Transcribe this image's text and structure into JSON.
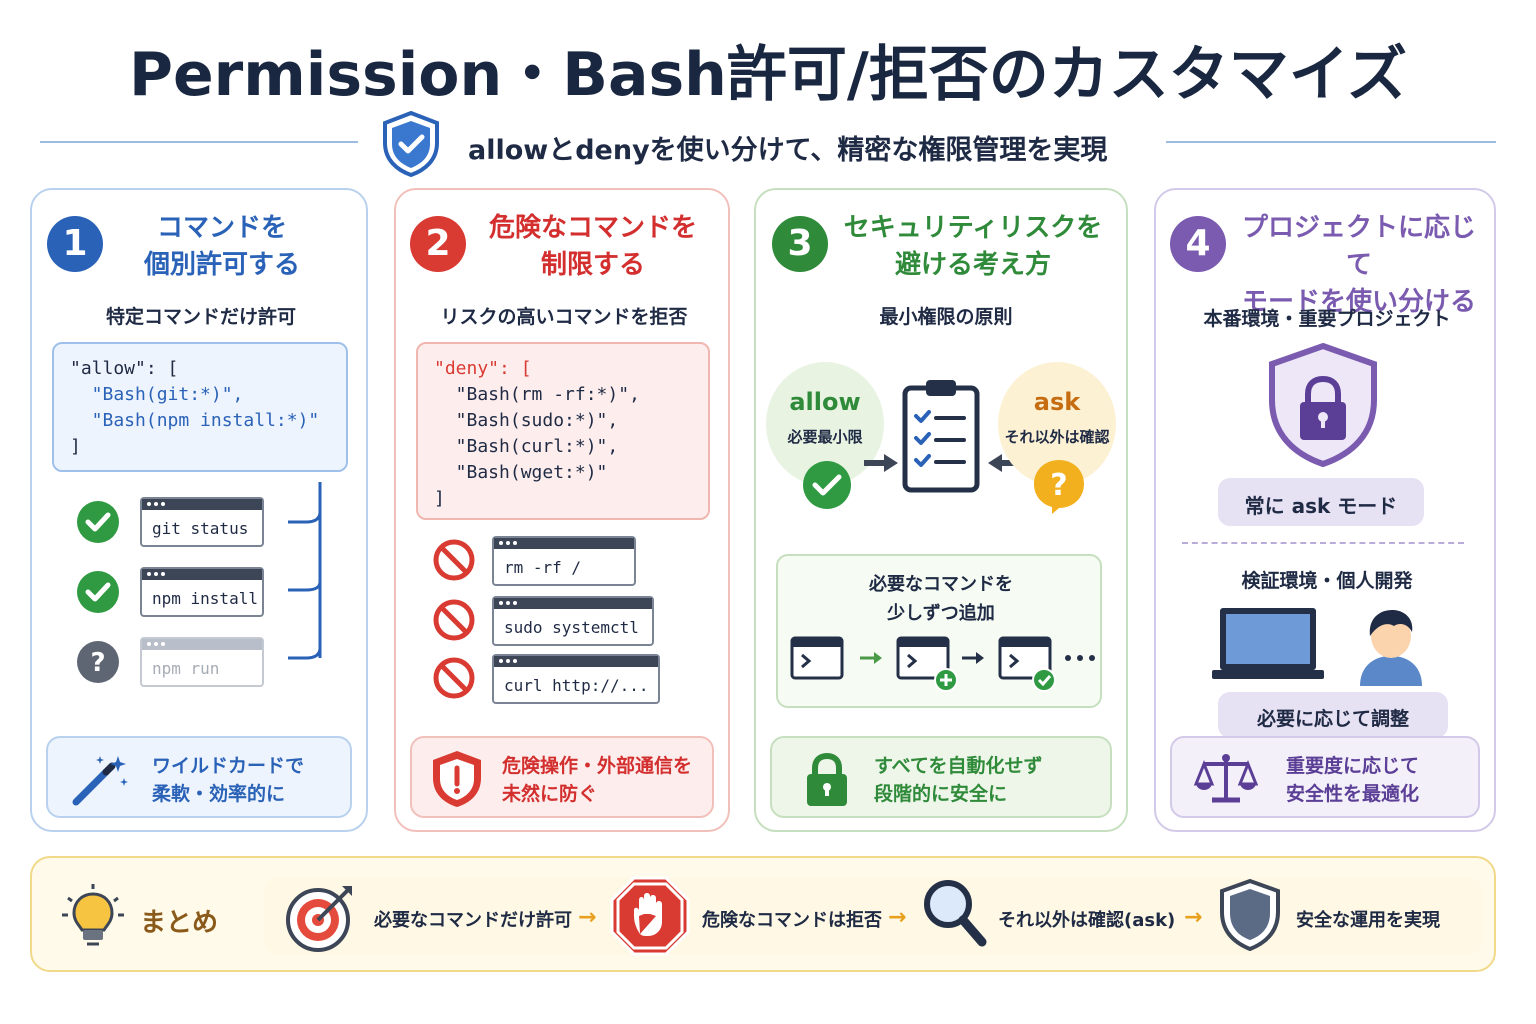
{
  "header": {
    "title": "Permission・Bash許可/拒否のカスタマイズ",
    "subtitle": "allowとdenyを使い分けて、精密な権限管理を実現"
  },
  "panels": [
    {
      "number": "1",
      "title_line1": "コマンドを",
      "title_line2": "個別許可する",
      "subtitle": "特定コマンドだけ許可",
      "code": [
        "\"allow\": [",
        "  \"Bash(git:*)\",",
        "  \"Bash(npm install:*)\"",
        "]"
      ],
      "commands": [
        "git status",
        "npm install",
        "npm run"
      ],
      "footer_line1": "ワイルドカードで",
      "footer_line2": "柔軟・効率的に"
    },
    {
      "number": "2",
      "title_line1": "危険なコマンドを",
      "title_line2": "制限する",
      "subtitle": "リスクの高いコマンドを拒否",
      "code": [
        "\"deny\": [",
        "  \"Bash(rm -rf:*)\",",
        "  \"Bash(sudo:*)\",",
        "  \"Bash(curl:*)\",",
        "  \"Bash(wget:*)\"",
        "]"
      ],
      "commands": [
        "rm -rf /",
        "sudo systemctl",
        "curl http://..."
      ],
      "footer_line1": "危険操作・外部通信を",
      "footer_line2": "未然に防ぐ"
    },
    {
      "number": "3",
      "title_line1": "セキュリティリスクを",
      "title_line2": "避ける考え方",
      "subtitle": "最小権限の原則",
      "allow_label": "allow",
      "allow_desc": "必要最小限",
      "ask_label": "ask",
      "ask_desc": "それ以外は確認",
      "step_title_line1": "必要なコマンドを",
      "step_title_line2": "少しずつ追加",
      "footer_line1": "すべてを自動化せず",
      "footer_line2": "段階的に安全に"
    },
    {
      "number": "4",
      "title_line1": "プロジェクトに応じて",
      "title_line2": "モードを使い分ける",
      "prod_label": "本番環境・重要プロジェクト",
      "prod_badge": "常に ask モード",
      "dev_label": "検証環境・個人開発",
      "dev_badge": "必要に応じて調整",
      "footer_line1": "重要度に応じて",
      "footer_line2": "安全性を最適化"
    }
  ],
  "summary": {
    "label": "まとめ",
    "steps": [
      "必要なコマンドだけ許可",
      "危険なコマンドは拒否",
      "それ以外は確認(ask)",
      "安全な運用を実現"
    ]
  },
  "colors": {
    "blue": "#2a62b8",
    "red": "#d93a32",
    "green": "#2f8a3a",
    "purple": "#7a5bb0",
    "gold": "#e8a020"
  },
  "icons": [
    "shield-check-icon",
    "check-circle-icon",
    "question-circle-icon",
    "magic-wand-icon",
    "prohibited-icon",
    "shield-alert-icon",
    "clipboard-checklist-icon",
    "lock-icon",
    "shield-lock-icon",
    "laptop-icon",
    "person-icon",
    "scales-icon",
    "lightbulb-icon",
    "target-icon",
    "stop-hand-icon",
    "magnifier-icon",
    "shield-icon"
  ]
}
